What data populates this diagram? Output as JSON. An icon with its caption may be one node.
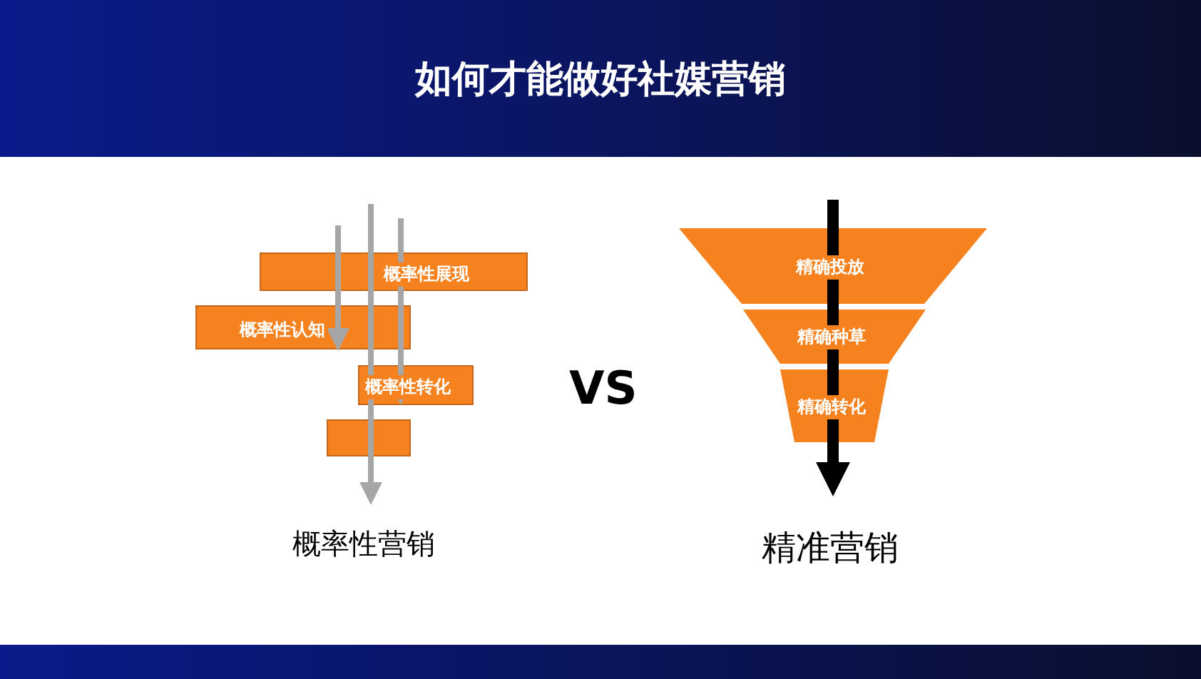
{
  "diagram": {
    "title": "如何才能做好社媒营销",
    "nodes": [
      {
        "text": [
          "概率性展现"
        ]
      },
      {
        "text": [
          "概率性认知"
        ]
      },
      {
        "text": [
          "概率性转化"
        ]
      },
      {
        "text": [],
        "shape": "bar"
      },
      {
        "text": [
          "精确投放"
        ]
      },
      {
        "text": [
          "精确种草"
        ]
      },
      {
        "text": [
          "精确转化"
        ]
      }
    ],
    "labels": [
      "概率性营销",
      "VS",
      "精准营销"
    ]
  }
}
